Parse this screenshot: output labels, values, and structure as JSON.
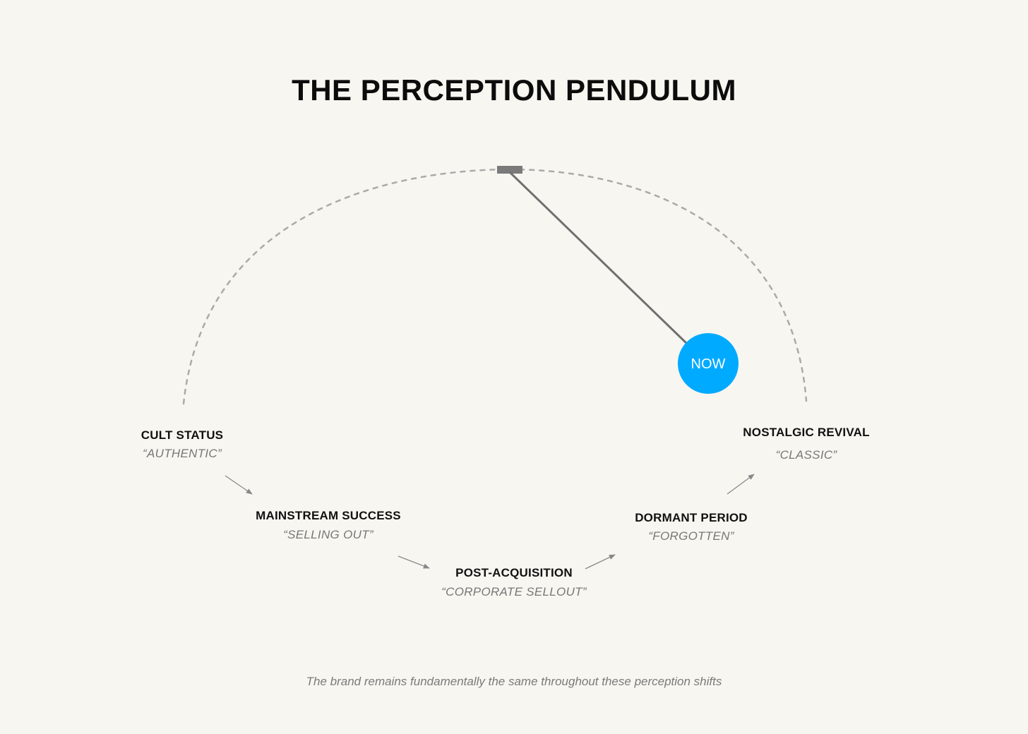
{
  "title": "THE PERCEPTION PENDULUM",
  "stages": [
    {
      "name": "CULT STATUS",
      "quote": "“AUTHENTIC”"
    },
    {
      "name": "MAINSTREAM SUCCESS",
      "quote": "“SELLING OUT”"
    },
    {
      "name": "POST-ACQUISITION",
      "quote": "“CORPORATE SELLOUT”"
    },
    {
      "name": "DORMANT PERIOD",
      "quote": "“FORGOTTEN”"
    },
    {
      "name": "NOSTALGIC REVIVAL",
      "quote": "“CLASSIC”"
    }
  ],
  "pendulum": {
    "bob_label": "NOW",
    "current_stage": "NOSTALGIC REVIVAL"
  },
  "caption": "The brand remains fundamentally the same throughout these perception shifts",
  "colors": {
    "background": "#f7f6f0",
    "bob": "#00aaff",
    "rod": "#707070",
    "arc": "#aaaaaa",
    "text": "#111111",
    "quote": "#777777"
  }
}
